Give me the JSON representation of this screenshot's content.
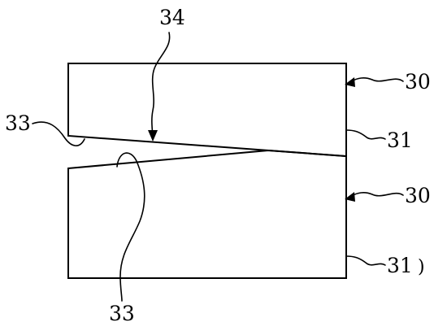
{
  "diagram": {
    "labels": {
      "ref_34": "34",
      "ref_33_left": "33",
      "ref_33_bottom": "33",
      "ref_30_top": "30",
      "ref_31_top": "31",
      "ref_30_bottom": "30",
      "ref_31_bottom": "31",
      "paren_mark": ")"
    },
    "colors": {
      "line": "#000000",
      "background": "#ffffff"
    }
  }
}
